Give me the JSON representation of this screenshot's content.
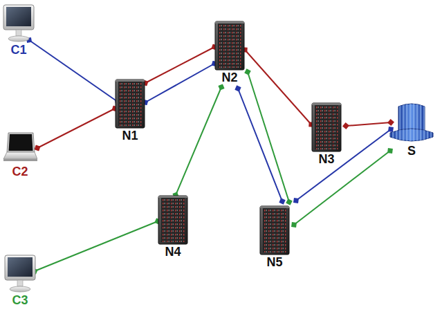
{
  "diagram": {
    "nodes": [
      {
        "text": [
          "C1"
        ]
      },
      {
        "text": [
          "N2"
        ]
      },
      {
        "text": [
          "N1"
        ]
      },
      {
        "text": [
          "C2"
        ]
      },
      {
        "text": [
          "N3"
        ]
      },
      {
        "text": [
          "S"
        ]
      },
      {
        "text": [
          "N4"
        ]
      },
      {
        "text": [
          "N5"
        ]
      },
      {
        "text": [
          "C3"
        ]
      }
    ],
    "edges": [
      {
        "from": 0,
        "to": 2,
        "arrow": "none"
      },
      {
        "from": 3,
        "to": 2,
        "arrow": "none"
      },
      {
        "from": 2,
        "to": 1,
        "arrow": "none"
      },
      {
        "from": 2,
        "to": 1,
        "arrow": "none"
      },
      {
        "from": 1,
        "to": 4,
        "arrow": "none"
      },
      {
        "from": 8,
        "to": 6,
        "arrow": "none"
      },
      {
        "from": 6,
        "to": 1,
        "arrow": "none"
      },
      {
        "from": 1,
        "to": 7,
        "arrow": "none"
      },
      {
        "from": 1,
        "to": 7,
        "arrow": "none"
      },
      {
        "from": 4,
        "to": 5,
        "arrow": "none"
      },
      {
        "from": 7,
        "to": 5,
        "arrow": "none"
      },
      {
        "from": 7,
        "to": 5,
        "arrow": "none"
      }
    ]
  }
}
